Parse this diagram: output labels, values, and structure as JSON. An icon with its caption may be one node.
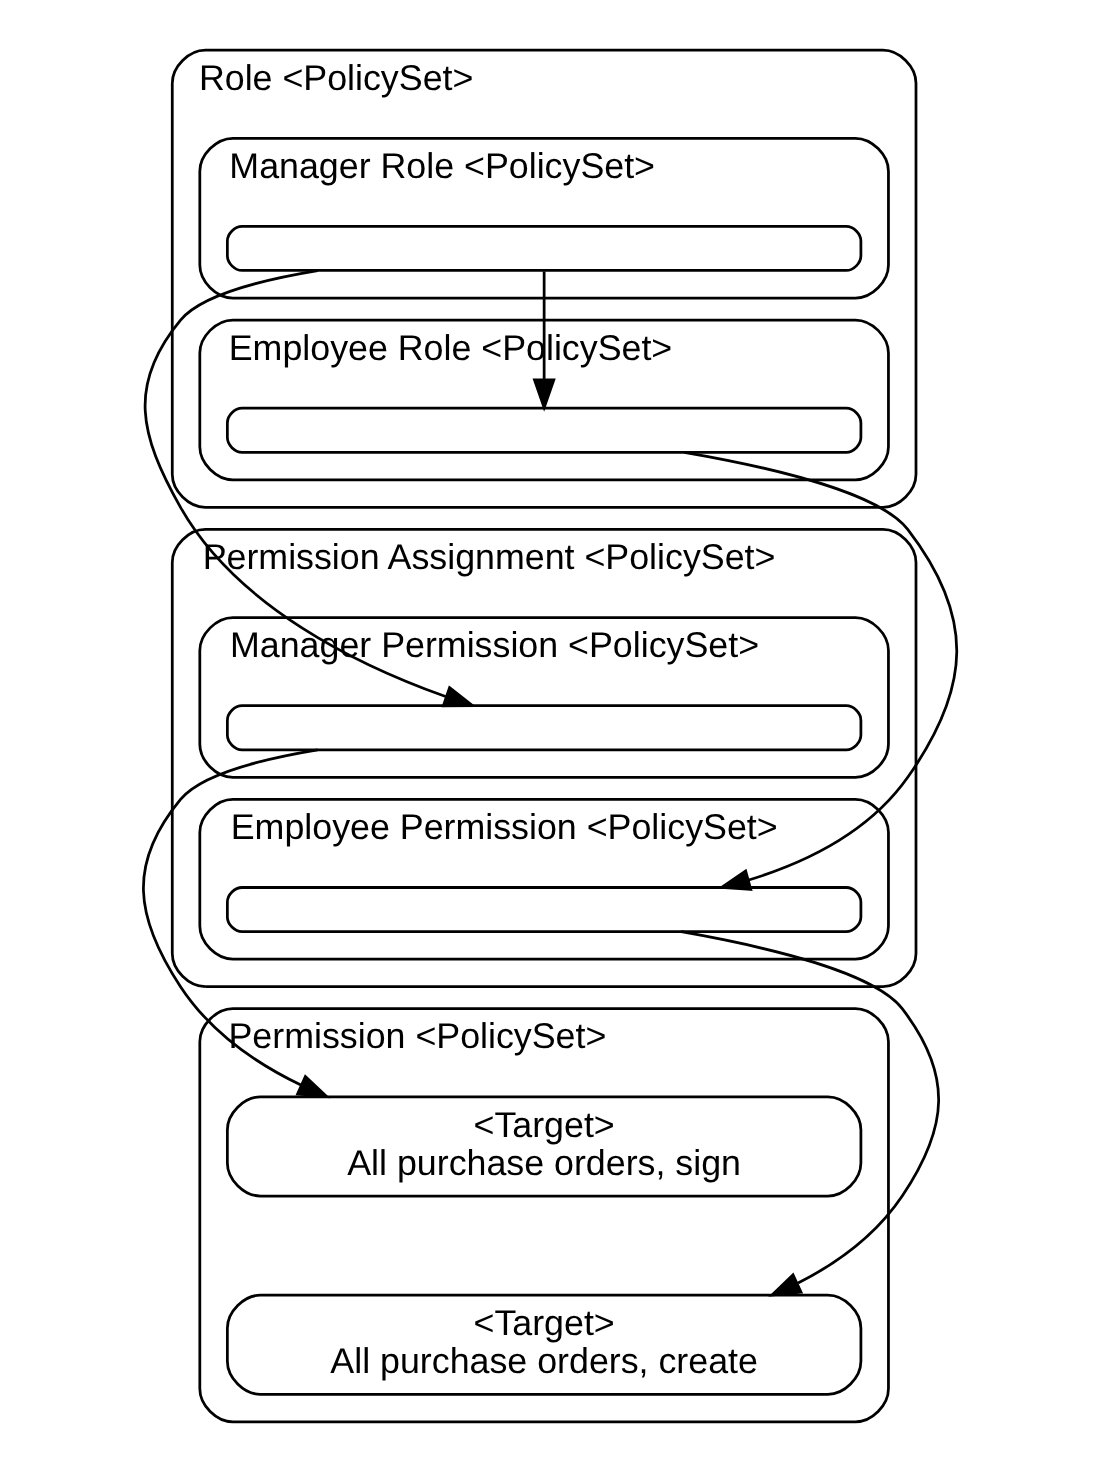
{
  "diagram": {
    "nodes": [
      {
        "text": [
          "Role <PolicySet>"
        ]
      },
      {
        "text": [
          "Manager Role <PolicySet>"
        ],
        "in": 0
      },
      {
        "text": [],
        "shape": "box",
        "in": 1
      },
      {
        "text": [
          "Employee Role <PolicySet>"
        ],
        "in": 0
      },
      {
        "text": [],
        "shape": "box",
        "in": 3
      },
      {
        "text": [
          "Permission Assignment <PolicySet>"
        ]
      },
      {
        "text": [
          "Manager Permission <PolicySet>"
        ],
        "in": 5
      },
      {
        "text": [],
        "shape": "box",
        "in": 6
      },
      {
        "text": [
          "Employee Permission <PolicySet>"
        ],
        "in": 5
      },
      {
        "text": [],
        "shape": "box",
        "in": 8
      },
      {
        "text": [
          "Permission <PolicySet>"
        ]
      },
      {
        "text": [
          "<Target>",
          "All purchase orders, sign"
        ],
        "in": 10
      },
      {
        "text": [
          "<Target>",
          "All purchase orders, create"
        ],
        "in": 10
      }
    ],
    "edges": [
      {
        "from": 2,
        "to": 4,
        "arrow": "to"
      },
      {
        "from": 2,
        "to": 7,
        "arrow": "to"
      },
      {
        "from": 4,
        "to": 9,
        "arrow": "to"
      },
      {
        "from": 7,
        "to": 11,
        "arrow": "to"
      },
      {
        "from": 9,
        "to": 12,
        "arrow": "to"
      }
    ]
  }
}
